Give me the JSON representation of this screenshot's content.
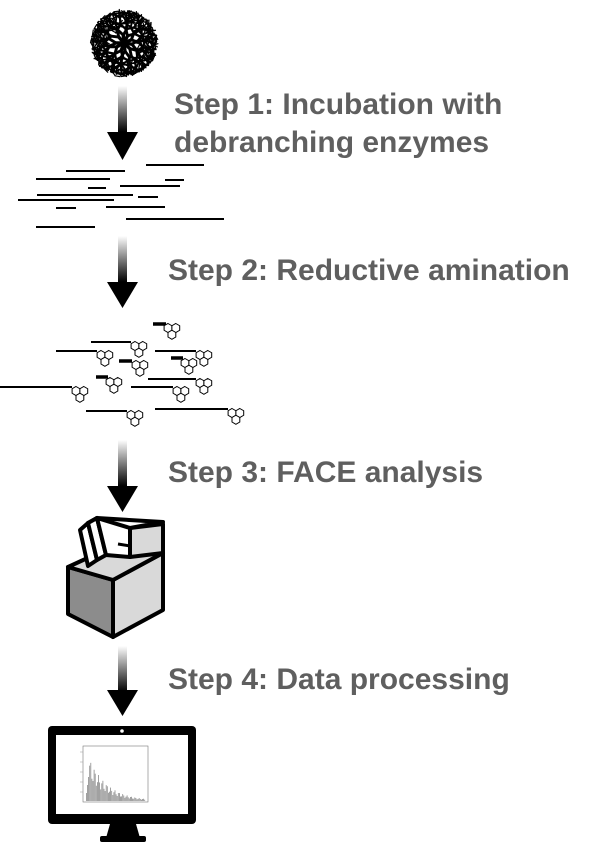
{
  "steps": [
    {
      "label_line1": "Step 1: Incubation with",
      "label_line2": "debranching enzymes",
      "icon": "glycogen-particle-icon"
    },
    {
      "label": "Step 2: Reductive amination",
      "icon": "linear-chains-icon"
    },
    {
      "label": "Step 3: FACE analysis",
      "icon": "labeled-chains-icon"
    },
    {
      "label": "Step 4: Data processing",
      "icon": "face-instrument-icon"
    }
  ],
  "final_icon": "computer-monitor-icon",
  "colors": {
    "label": "#5f5f5f",
    "line": "#000000",
    "instrument_front": "#8c8c8c",
    "instrument_side": "#d9d9d9"
  }
}
